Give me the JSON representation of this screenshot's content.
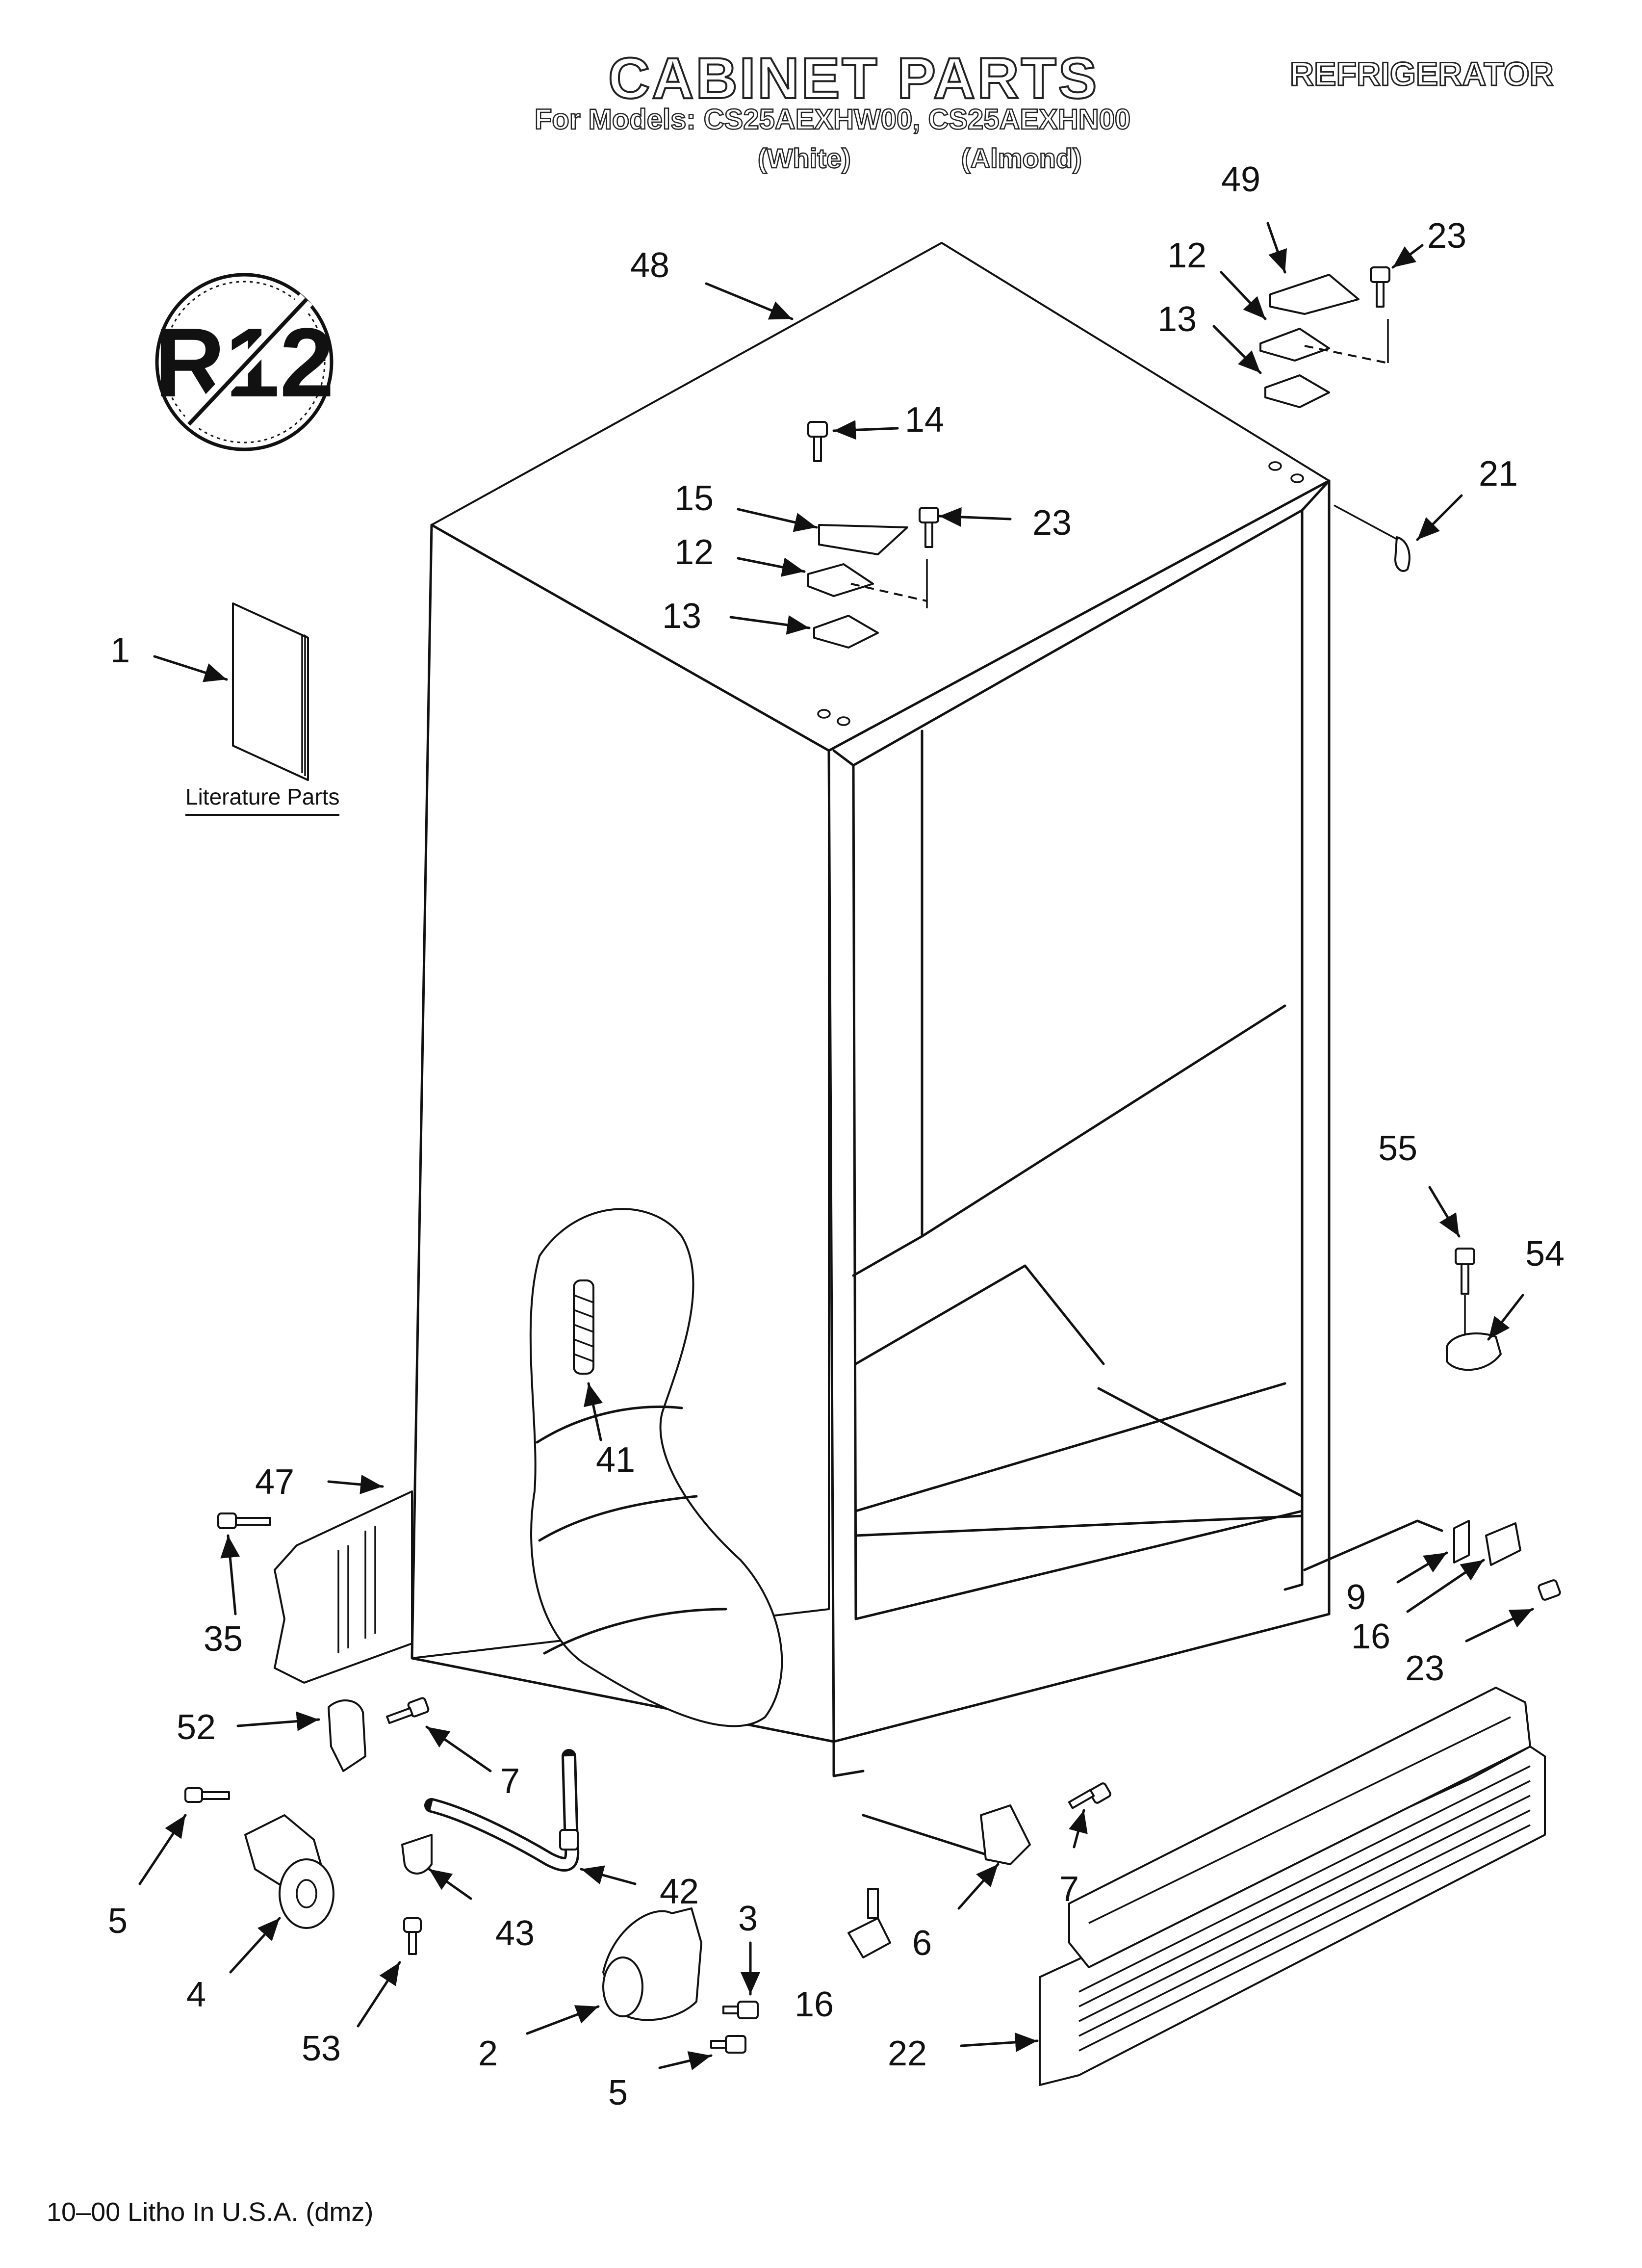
{
  "header": {
    "title": "CABINET PARTS",
    "category": "REFRIGERATOR",
    "models_line": "For Models: CS25AEXHW00, CS25AEXHN00",
    "color_white": "(White)",
    "color_almond": "(Almond)"
  },
  "badge": {
    "text": "R12",
    "icon": "no-r12-icon"
  },
  "literature": {
    "caption": "Literature Parts"
  },
  "footer": {
    "text": "10–00 Litho In U.S.A. (dmz)"
  },
  "callouts": {
    "c49": "49",
    "c23a": "23",
    "c12a": "12",
    "c13a": "13",
    "c48": "48",
    "c14": "14",
    "c15": "15",
    "c23b": "23",
    "c12b": "12",
    "c13b": "13",
    "c21": "21",
    "c1": "1",
    "c55": "55",
    "c54": "54",
    "c41": "41",
    "c47": "47",
    "c35": "35",
    "c9": "9",
    "c16a": "16",
    "c23c": "23",
    "c52": "52",
    "c7a": "7",
    "c7b": "7",
    "c5a": "5",
    "c42": "42",
    "c43": "43",
    "c3": "3",
    "c6": "6",
    "c4": "4",
    "c16b": "16",
    "c53": "53",
    "c2": "2",
    "c22": "22",
    "c5b": "5"
  }
}
